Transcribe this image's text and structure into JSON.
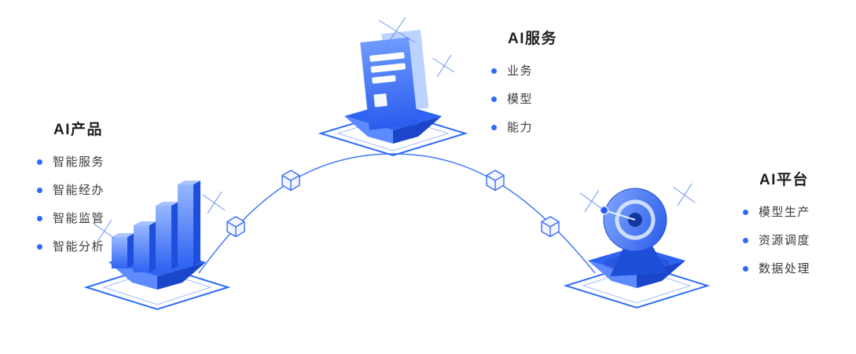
{
  "diagram": {
    "sections": [
      {
        "id": "products",
        "title": "AI产品",
        "items": [
          "智能服务",
          "智能经办",
          "智能监管",
          "智能分析"
        ],
        "illustration": "bar-chart-illustration"
      },
      {
        "id": "services",
        "title": "AI服务",
        "items": [
          "业务",
          "模型",
          "能力"
        ],
        "illustration": "document-illustration"
      },
      {
        "id": "platform",
        "title": "AI平台",
        "items": [
          "模型生产",
          "资源调度",
          "数据处理"
        ],
        "illustration": "radar-illustration"
      }
    ],
    "connector": {
      "shape": "isometric-cube",
      "node_count": 4
    },
    "colors": {
      "primary": "#2f6cf5",
      "accent_dark": "#1c4ad4",
      "accent_light": "#8fb2ff",
      "bullet": "#2e6bf6",
      "text_title": "#1f1f1f",
      "text_item": "#3c3c3c",
      "background": "#ffffff"
    }
  }
}
